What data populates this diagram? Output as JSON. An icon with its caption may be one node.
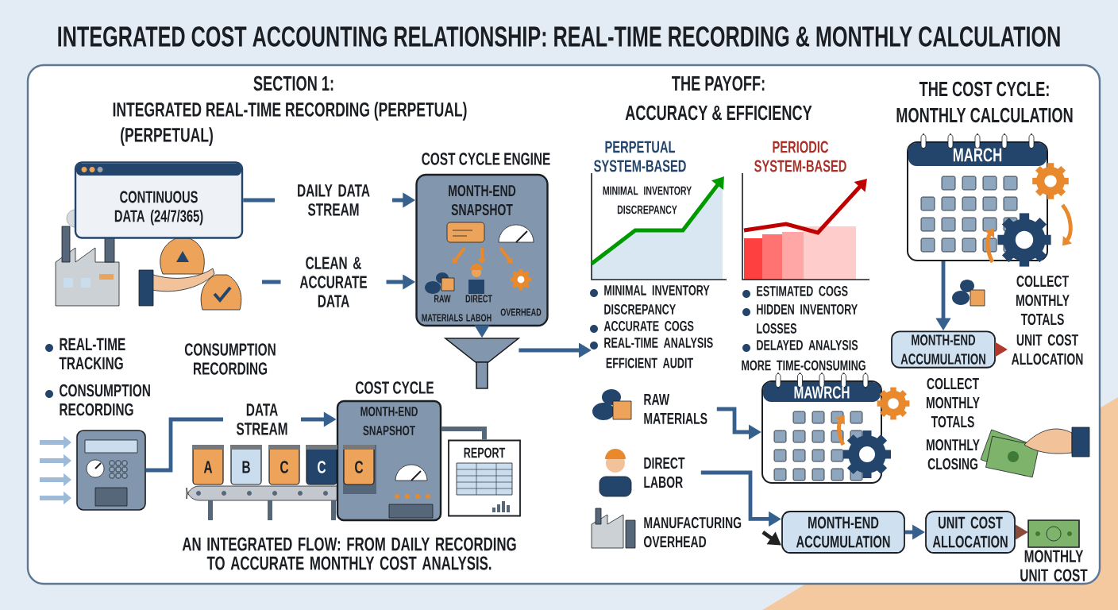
{
  "diagram": {
    "title": "INTEGRATED COST ACCOUNTING RELATIONSHIP: REAL-TIME RECORDING & MONTHLY CALCULATION",
    "caption": "AN INTEGRATED FLOW: FROM DAILY RECORDING TO ACCURATE MONTHLY COST ANALYSIS.",
    "nodes": [
      {
        "text": [
          "CONTINUOUS DATA (24/7/365)"
        ]
      },
      {
        "text": [
          "COST CYCLE ENGINE",
          "MONTH-END SNAPSHOT"
        ]
      },
      {
        "text": [],
        "shape": "funnel"
      },
      {
        "text": [],
        "shape": "picture"
      },
      {
        "text": [
          "COST CYCLE",
          "MONTH-END SNAPSHOT"
        ]
      },
      {
        "text": [
          "REPORT"
        ]
      },
      {
        "text": [
          "MARCH"
        ]
      },
      {
        "text": [
          "MONTH-END ACCUMULATION"
        ]
      },
      {
        "text": [
          "UNIT COST ALLOCATION"
        ]
      },
      {
        "text": [
          "RAW MATERIALS"
        ]
      },
      {
        "text": [
          "DIRECT LABOR"
        ]
      },
      {
        "text": [
          "MANUFACTURING OVERHEAD"
        ]
      },
      {
        "text": [
          "MAWRCH"
        ]
      },
      {
        "text": [
          "MONTH-END ACCUMULATION"
        ]
      },
      {
        "text": [
          "UNIT COST ALLOCATION"
        ]
      },
      {
        "text": [
          "MONTHLY UNIT COST"
        ]
      }
    ],
    "edges": [
      {
        "from": 0,
        "to": 1,
        "arrow": "to",
        "label": "DAILY DATA STREAM"
      },
      {
        "from": null,
        "to": 1,
        "arrow": "to",
        "label": "CLEAN & ACCURATE DATA"
      },
      {
        "from": 1,
        "to": 2,
        "arrow": "to"
      },
      {
        "from": 2,
        "to": null,
        "arrow": "to"
      },
      {
        "from": 3,
        "to": 4,
        "arrow": "to",
        "label": "DATA STREAM"
      },
      {
        "from": 6,
        "to": 7,
        "arrow": "to"
      },
      {
        "from": 7,
        "to": 8,
        "arrow": "to",
        "color": "#b03a2e"
      },
      {
        "from": 9,
        "to": 12,
        "arrow": "to"
      },
      {
        "from": 10,
        "to": 13,
        "arrow": "to"
      },
      {
        "from": 11,
        "to": 13,
        "arrow": "to",
        "color": "#222222"
      },
      {
        "from": 13,
        "to": 14,
        "arrow": "to"
      },
      {
        "from": 14,
        "to": 15,
        "arrow": "to",
        "color": "#8a4b3a"
      },
      {
        "from": 4,
        "to": 5,
        "arrow": "none",
        "color": "#56677a"
      }
    ],
    "labels": [
      "SECTION 1:",
      "INTEGRATED REAL-TIME RECORDING (PERPETUAL)",
      "(PERPETUAL)",
      "REAL-TIME TRACKING",
      "CONSUMPTION RECORDING",
      "CONSUMPTION RECORDING",
      "RAW MATERIALS",
      "DIRECT LABOH",
      "OVERHEAD",
      "A",
      "B",
      "C",
      "C",
      "C",
      "THE PAYOFF:",
      "ACCURACY & EFFICIENCY",
      "PERPETUAL SYSTEM-BASED",
      "PERIODIC SYSTEM-BASED",
      "MINIMAL INVENTORY DISCREPANCY",
      "MINIMAL INVENTORY DISCREPANCY",
      "ACCURATE COGS",
      "REAL-TIME ANALYSIS",
      "EFFICIENT AUDIT",
      "ESTIMATED COGS",
      "HIDDEN INVENTORY LOSSES",
      "DELAYED ANALYSIS",
      "MORE TIME-CONSUMING",
      "THE COST CYCLE:",
      "MONTHLY CALCULATION",
      "COLLECT MONTHLY TOTALS",
      "COLLECT MONTHLY TOTALS",
      "MONTHLY CLOSING"
    ]
  }
}
